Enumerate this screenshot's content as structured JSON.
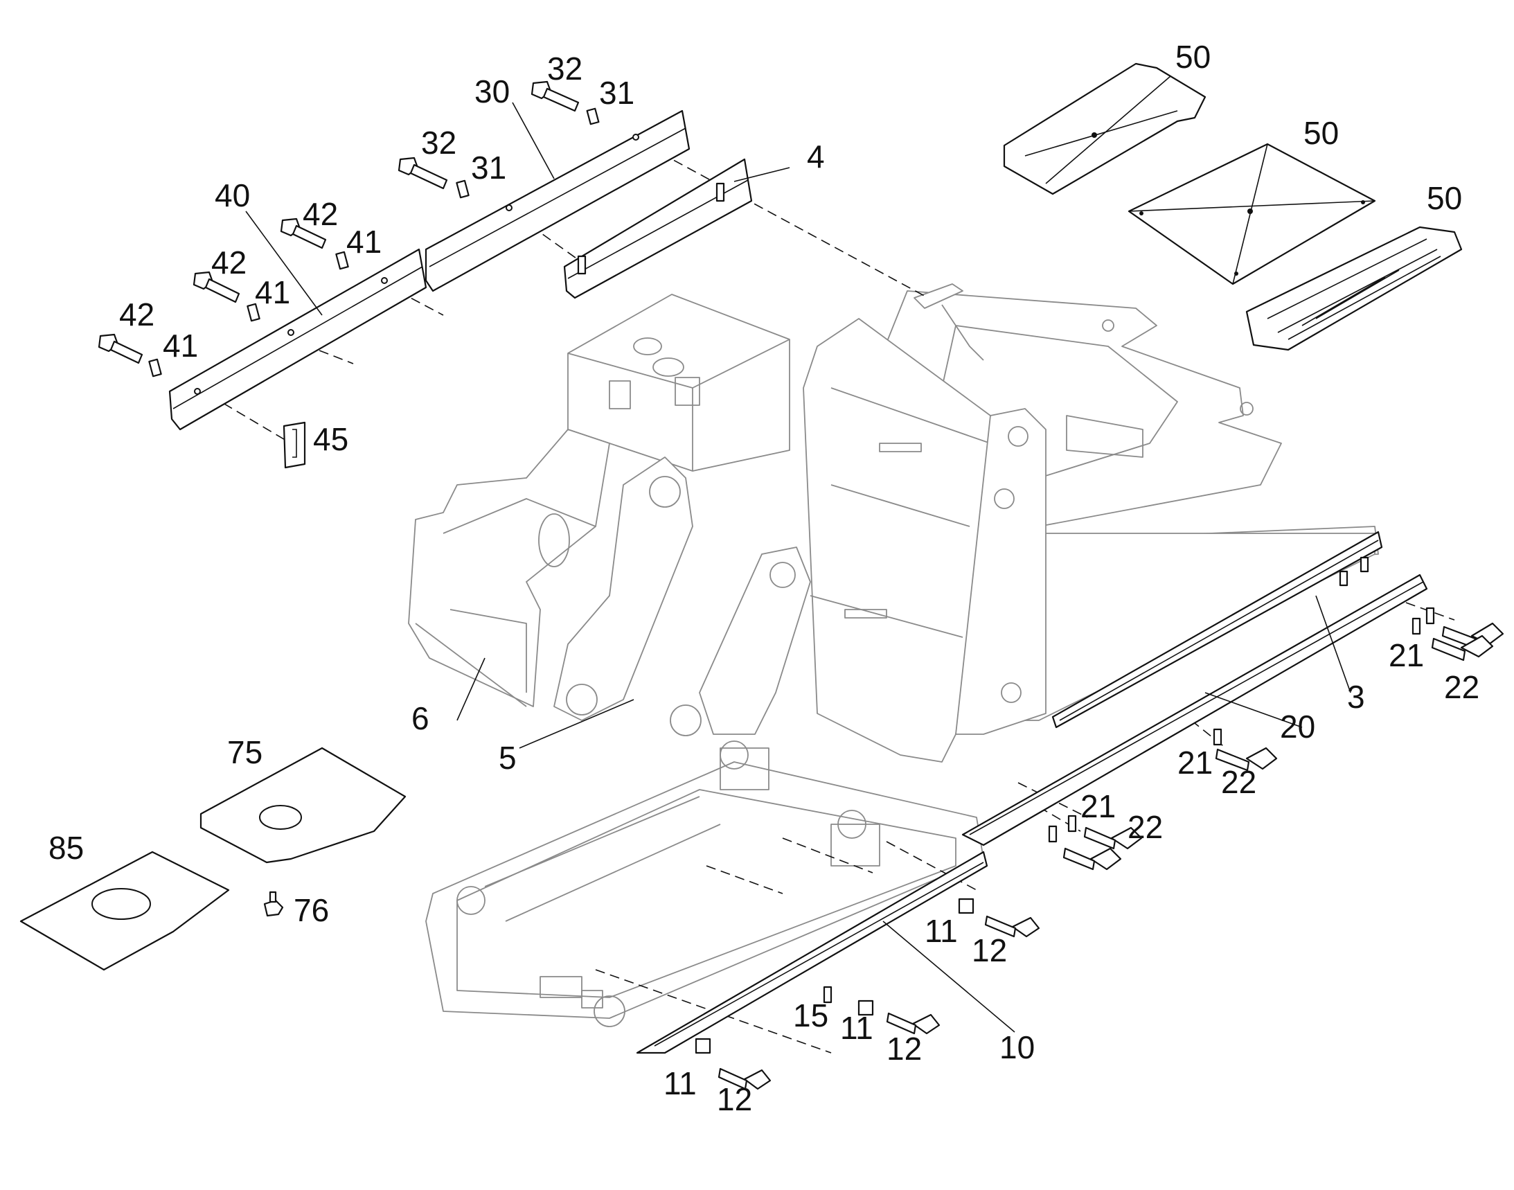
{
  "diagram": {
    "labels": {
      "l3": "3",
      "l4": "4",
      "l5": "5",
      "l6": "6",
      "l10": "10",
      "l11a": "11",
      "l11b": "11",
      "l11c": "11",
      "l12a": "12",
      "l12b": "12",
      "l12c": "12",
      "l15": "15",
      "l20": "20",
      "l21a": "21",
      "l21b": "21",
      "l21c": "21",
      "l22a": "22",
      "l22b": "22",
      "l22c": "22",
      "l30": "30",
      "l31a": "31",
      "l31b": "31",
      "l32a": "32",
      "l32b": "32",
      "l40": "40",
      "l41a": "41",
      "l41b": "41",
      "l41c": "41",
      "l42a": "42",
      "l42b": "42",
      "l42c": "42",
      "l45": "45",
      "l50a": "50",
      "l50b": "50",
      "l50c": "50",
      "l75": "75",
      "l76": "76",
      "l85": "85"
    }
  }
}
